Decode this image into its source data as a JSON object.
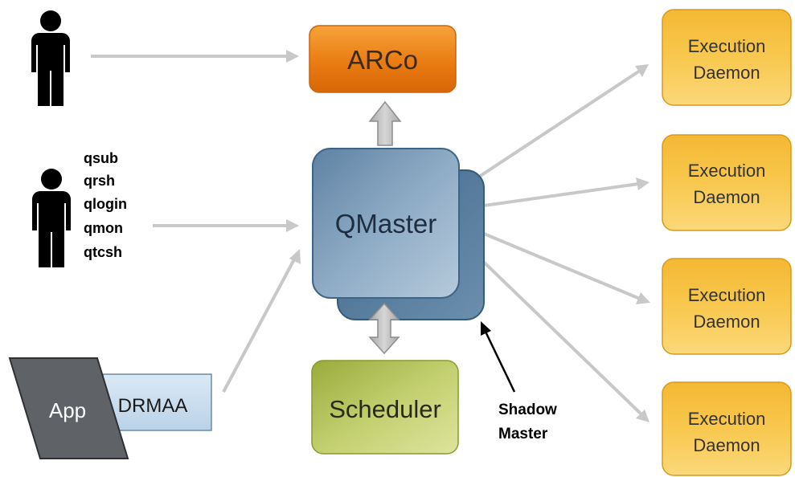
{
  "nodes": {
    "arco": "ARCo",
    "qmaster": "QMaster",
    "scheduler": "Scheduler",
    "app": "App",
    "drmaa": "DRMAA",
    "shadow_master": [
      "Shadow",
      "Master"
    ],
    "execution_daemons": [
      [
        "Execution",
        "Daemon"
      ],
      [
        "Execution",
        "Daemon"
      ],
      [
        "Execution",
        "Daemon"
      ],
      [
        "Execution",
        "Daemon"
      ]
    ]
  },
  "commands": [
    "qsub",
    "qrsh",
    "qlogin",
    "qmon",
    "qtcsh"
  ],
  "icons": {
    "user": "person-icon"
  },
  "colors": {
    "arco": "#e97c12",
    "qmaster": "#7d9fbc",
    "scheduler": "#b5c45a",
    "execution": "#f6c040",
    "drmaa": "#c6dcee",
    "app": "#5f6368",
    "arrow": "#c8c8c8"
  }
}
